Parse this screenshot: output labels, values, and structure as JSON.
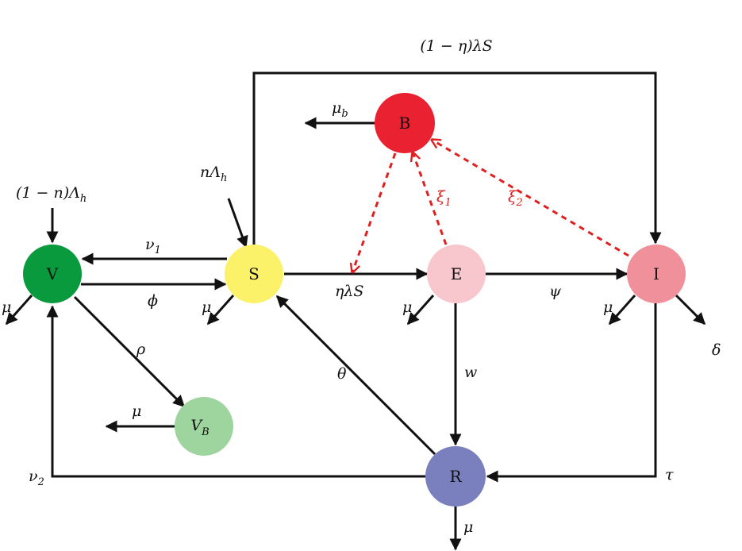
{
  "colors": {
    "V": "#0a9a3e",
    "S": "#fbf26a",
    "E": "#f8c6cd",
    "I": "#f0909b",
    "B": "#ea2130",
    "VB": "#9ed49d",
    "R": "#7a7fbd",
    "edge": "#111111",
    "influence": "#e02020"
  },
  "nodes": {
    "V": "V",
    "S": "S",
    "E": "E",
    "I": "I",
    "B": "B",
    "VB": {
      "base": "V",
      "sub": "B"
    },
    "R": "R"
  },
  "labels": {
    "top_loop": "(1 − η)λS",
    "inflow_V": {
      "text": "(1 − n)Λ",
      "sub": "h"
    },
    "inflow_S": {
      "text": "nΛ",
      "sub": "h"
    },
    "nu1": {
      "text": "ν",
      "sub": "1"
    },
    "phi": "ϕ",
    "eta_lambda_S": "ηλS",
    "psi": "ψ",
    "mu_b": {
      "text": "μ",
      "sub": "b"
    },
    "xi1": {
      "text": "ξ",
      "sub": "1"
    },
    "xi2": {
      "text": "ξ",
      "sub": "2"
    },
    "mu_V": "μ",
    "mu_S": "μ",
    "mu_E": "μ",
    "mu_I": "μ",
    "delta": "δ",
    "rho": "ρ",
    "mu_VB": "μ",
    "theta": "θ",
    "w": "w",
    "nu2": {
      "text": "ν",
      "sub": "2"
    },
    "tau": "τ",
    "mu_R": "μ"
  }
}
